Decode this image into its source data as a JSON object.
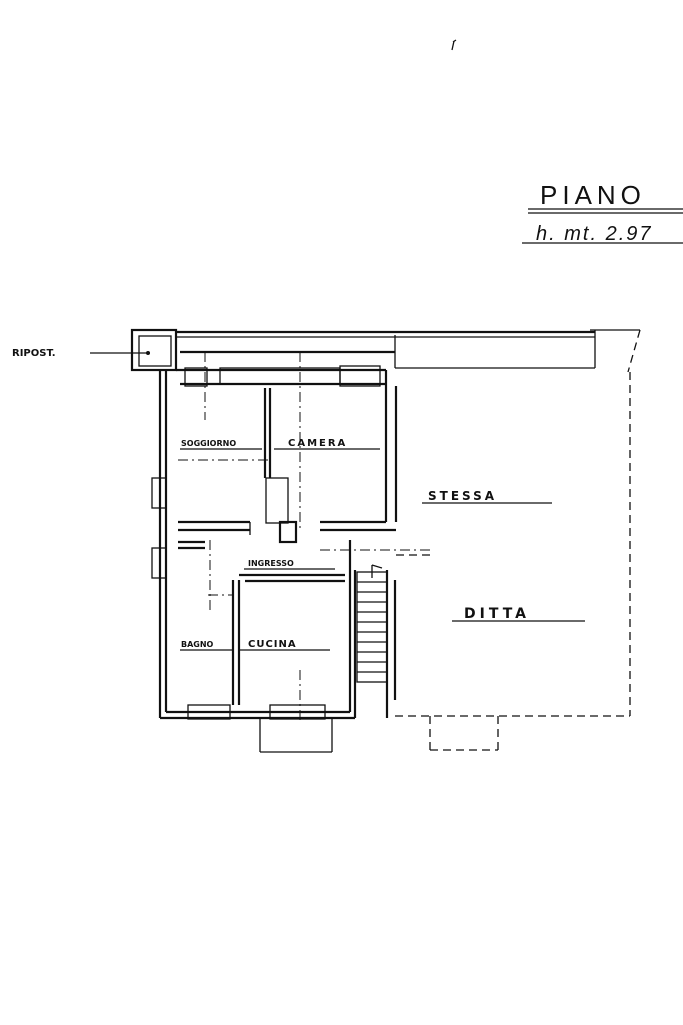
{
  "title": {
    "line1": "PIANO",
    "line2": "h. mt. 2.97"
  },
  "labels": {
    "riposto": "RIPOST.",
    "soggiorno": "SOGGIORNO",
    "camera": "CAMERA",
    "ingresso": "INGRESSO",
    "bagno": "BAGNO",
    "cucina": "CUCINA",
    "stessa": "STESSA",
    "ditta": "DITTA"
  }
}
